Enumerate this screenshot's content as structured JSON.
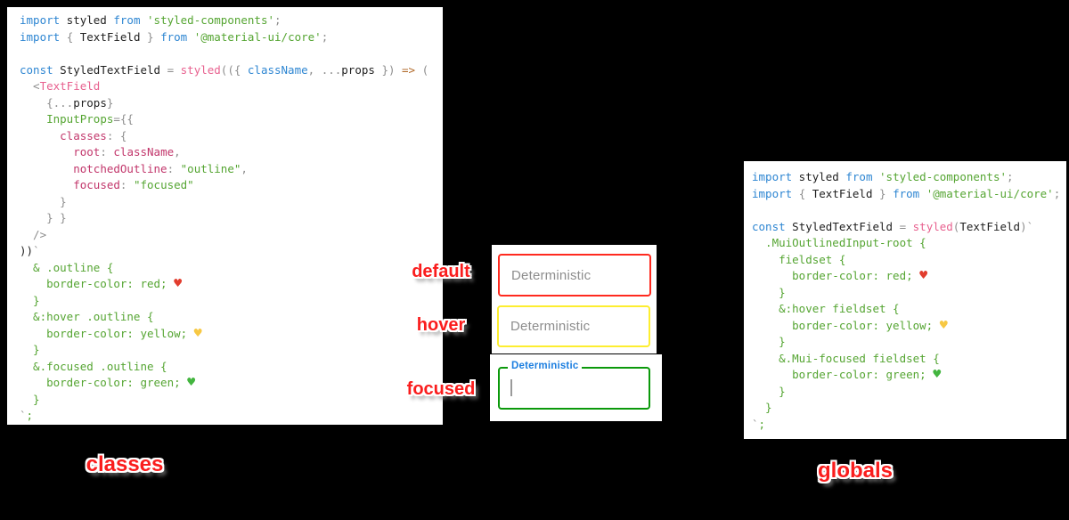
{
  "syntax_colors": {
    "kw": "#2e86d2",
    "pl": "#1f1f1f",
    "pu": "#8e8e8e",
    "st": "#55a532",
    "mg": "#c2366b",
    "pk": "#e8618f",
    "ar": "#b26a2b",
    "hr": "#e23d2e",
    "hy": "#f7c843",
    "hg": "#43b53f"
  },
  "colors": {
    "background": "#000000",
    "accent_red_label": "#fa1d1d",
    "field_border_default": "#ff2a1f",
    "field_border_hover": "#fdee30",
    "field_border_focused": "#0b990b",
    "floating_label_blue": "#1d7fe0",
    "placeholder_gray": "#8d8d8d"
  },
  "code": {
    "left_code": {
      "lines": [
        [
          {
            "t": "import",
            "c": "kw"
          },
          {
            "t": " styled ",
            "c": "pl"
          },
          {
            "t": "from",
            "c": "kw"
          },
          {
            "t": " ",
            "c": "pl"
          },
          {
            "t": "'styled-components'",
            "c": "st"
          },
          {
            "t": ";",
            "c": "pu"
          }
        ],
        [
          {
            "t": "import",
            "c": "kw"
          },
          {
            "t": " ",
            "c": "pl"
          },
          {
            "t": "{ ",
            "c": "pu"
          },
          {
            "t": "TextField",
            "c": "pl"
          },
          {
            "t": " }",
            "c": "pu"
          },
          {
            "t": " ",
            "c": "pl"
          },
          {
            "t": "from",
            "c": "kw"
          },
          {
            "t": " ",
            "c": "pl"
          },
          {
            "t": "'@material-ui/core'",
            "c": "st"
          },
          {
            "t": ";",
            "c": "pu"
          }
        ],
        [],
        [
          {
            "t": "const",
            "c": "kw"
          },
          {
            "t": " StyledTextField ",
            "c": "pl"
          },
          {
            "t": "= ",
            "c": "pu"
          },
          {
            "t": "styled",
            "c": "pk"
          },
          {
            "t": "(({ ",
            "c": "pu"
          },
          {
            "t": "className",
            "c": "kw"
          },
          {
            "t": ", ...",
            "c": "pu"
          },
          {
            "t": "props",
            "c": "pl"
          },
          {
            "t": " }) ",
            "c": "pu"
          },
          {
            "t": "=>",
            "c": "ar"
          },
          {
            "t": " (",
            "c": "pu"
          }
        ],
        [
          {
            "t": "  <",
            "c": "pu"
          },
          {
            "t": "TextField",
            "c": "pk"
          }
        ],
        [
          {
            "t": "    {...",
            "c": "pu"
          },
          {
            "t": "props",
            "c": "pl"
          },
          {
            "t": "}",
            "c": "pu"
          }
        ],
        [
          {
            "t": "    ",
            "c": "pl"
          },
          {
            "t": "InputProps",
            "c": "st"
          },
          {
            "t": "={{",
            "c": "pu"
          }
        ],
        [
          {
            "t": "      ",
            "c": "pl"
          },
          {
            "t": "classes",
            "c": "mg"
          },
          {
            "t": ": {",
            "c": "pu"
          }
        ],
        [
          {
            "t": "        ",
            "c": "pl"
          },
          {
            "t": "root",
            "c": "mg"
          },
          {
            "t": ": ",
            "c": "pu"
          },
          {
            "t": "className",
            "c": "mg"
          },
          {
            "t": ",",
            "c": "pu"
          }
        ],
        [
          {
            "t": "        ",
            "c": "pl"
          },
          {
            "t": "notchedOutline",
            "c": "mg"
          },
          {
            "t": ": ",
            "c": "pu"
          },
          {
            "t": "\"outline\"",
            "c": "st"
          },
          {
            "t": ",",
            "c": "pu"
          }
        ],
        [
          {
            "t": "        ",
            "c": "pl"
          },
          {
            "t": "focused",
            "c": "mg"
          },
          {
            "t": ": ",
            "c": "pu"
          },
          {
            "t": "\"focused\"",
            "c": "st"
          }
        ],
        [
          {
            "t": "      }",
            "c": "pu"
          }
        ],
        [
          {
            "t": "    } }",
            "c": "pu"
          }
        ],
        [
          {
            "t": "  />",
            "c": "pu"
          }
        ],
        [
          {
            "t": "))",
            "c": "pl"
          },
          {
            "t": "`",
            "c": "pu"
          }
        ],
        [
          {
            "t": "  & .outline {",
            "c": "st"
          }
        ],
        [
          {
            "t": "    border-color: red; ",
            "c": "st"
          },
          {
            "t": "♥",
            "c": "hr"
          }
        ],
        [
          {
            "t": "  }",
            "c": "st"
          }
        ],
        [
          {
            "t": "  &:hover .outline {",
            "c": "st"
          }
        ],
        [
          {
            "t": "    border-color: yellow; ",
            "c": "st"
          },
          {
            "t": "♥",
            "c": "hy"
          }
        ],
        [
          {
            "t": "  }",
            "c": "st"
          }
        ],
        [
          {
            "t": "  &.focused .outline {",
            "c": "st"
          }
        ],
        [
          {
            "t": "    border-color: green; ",
            "c": "st"
          },
          {
            "t": "♥",
            "c": "hg"
          }
        ],
        [
          {
            "t": "  }",
            "c": "st"
          }
        ],
        [
          {
            "t": "`",
            "c": "pu"
          },
          {
            "t": ";",
            "c": "st"
          }
        ]
      ]
    },
    "right_code": {
      "lines": [
        [
          {
            "t": "import",
            "c": "kw"
          },
          {
            "t": " styled ",
            "c": "pl"
          },
          {
            "t": "from",
            "c": "kw"
          },
          {
            "t": " ",
            "c": "pl"
          },
          {
            "t": "'styled-components'",
            "c": "st"
          },
          {
            "t": ";",
            "c": "pu"
          }
        ],
        [
          {
            "t": "import",
            "c": "kw"
          },
          {
            "t": " ",
            "c": "pl"
          },
          {
            "t": "{ ",
            "c": "pu"
          },
          {
            "t": "TextField",
            "c": "pl"
          },
          {
            "t": " }",
            "c": "pu"
          },
          {
            "t": " ",
            "c": "pl"
          },
          {
            "t": "from",
            "c": "kw"
          },
          {
            "t": " ",
            "c": "pl"
          },
          {
            "t": "'@material-ui/core'",
            "c": "st"
          },
          {
            "t": ";",
            "c": "pu"
          }
        ],
        [],
        [
          {
            "t": "const",
            "c": "kw"
          },
          {
            "t": " StyledTextField ",
            "c": "pl"
          },
          {
            "t": "= ",
            "c": "pu"
          },
          {
            "t": "styled",
            "c": "pk"
          },
          {
            "t": "(",
            "c": "pu"
          },
          {
            "t": "TextField",
            "c": "pl"
          },
          {
            "t": ")",
            "c": "pu"
          },
          {
            "t": "`",
            "c": "pu"
          }
        ],
        [
          {
            "t": "  .MuiOutlinedInput-root {",
            "c": "st"
          }
        ],
        [
          {
            "t": "    fieldset {",
            "c": "st"
          }
        ],
        [
          {
            "t": "      border-color: red; ",
            "c": "st"
          },
          {
            "t": "♥",
            "c": "hr"
          }
        ],
        [
          {
            "t": "    }",
            "c": "st"
          }
        ],
        [
          {
            "t": "    &:hover fieldset {",
            "c": "st"
          }
        ],
        [
          {
            "t": "      border-color: yellow; ",
            "c": "st"
          },
          {
            "t": "♥",
            "c": "hy"
          }
        ],
        [
          {
            "t": "    }",
            "c": "st"
          }
        ],
        [
          {
            "t": "    &.Mui-focused fieldset {",
            "c": "st"
          }
        ],
        [
          {
            "t": "      border-color: green; ",
            "c": "st"
          },
          {
            "t": "♥",
            "c": "hg"
          }
        ],
        [
          {
            "t": "    }",
            "c": "st"
          }
        ],
        [
          {
            "t": "  }",
            "c": "st"
          }
        ],
        [
          {
            "t": "`",
            "c": "pu"
          },
          {
            "t": ";",
            "c": "st"
          }
        ]
      ]
    }
  },
  "textfields": {
    "fields": [
      {
        "state": "default",
        "value": "Deterministic",
        "display": "placeholder",
        "border_color": "#ff2a1f"
      },
      {
        "state": "hover",
        "value": "Deterministic",
        "display": "placeholder",
        "border_color": "#fdee30"
      },
      {
        "state": "focused",
        "value": "Deterministic",
        "display": "floating_label",
        "border_color": "#0b990b",
        "label_color": "#1d7fe0"
      }
    ]
  },
  "state_labels": [
    {
      "text": "default"
    },
    {
      "text": "hover"
    },
    {
      "text": "focused"
    }
  ],
  "captions": {
    "left": "classes",
    "right": "globals"
  }
}
